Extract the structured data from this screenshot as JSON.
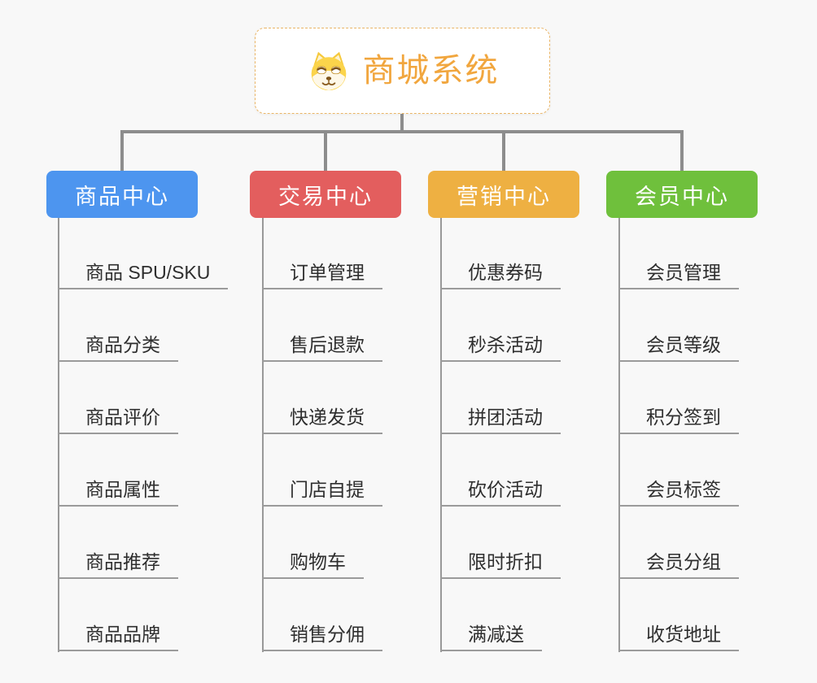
{
  "root": {
    "title": "商城系统",
    "icon": "dog-icon"
  },
  "branches": [
    {
      "label": "商品中心",
      "color": "#4d95ef",
      "items": [
        "商品 SPU/SKU",
        "商品分类",
        "商品评价",
        "商品属性",
        "商品推荐",
        "商品品牌"
      ]
    },
    {
      "label": "交易中心",
      "color": "#e35e5e",
      "items": [
        "订单管理",
        "售后退款",
        "快递发货",
        "门店自提",
        "购物车",
        "销售分佣"
      ]
    },
    {
      "label": "营销中心",
      "color": "#eeb042",
      "items": [
        "优惠券码",
        "秒杀活动",
        "拼团活动",
        "砍价活动",
        "限时折扣",
        "满减送"
      ]
    },
    {
      "label": "会员中心",
      "color": "#6fc03c",
      "items": [
        "会员管理",
        "会员等级",
        "积分签到",
        "会员标签",
        "会员分组",
        "收货地址"
      ]
    }
  ],
  "colors": {
    "background": "#f8f8f8",
    "connector": "#8d8d8d",
    "leaf_underline": "#9b9b9b",
    "leaf_text": "#2e2e2e",
    "root_border": "#eab566",
    "root_title": "#f1a63e",
    "branch_text": "#ffffff"
  }
}
